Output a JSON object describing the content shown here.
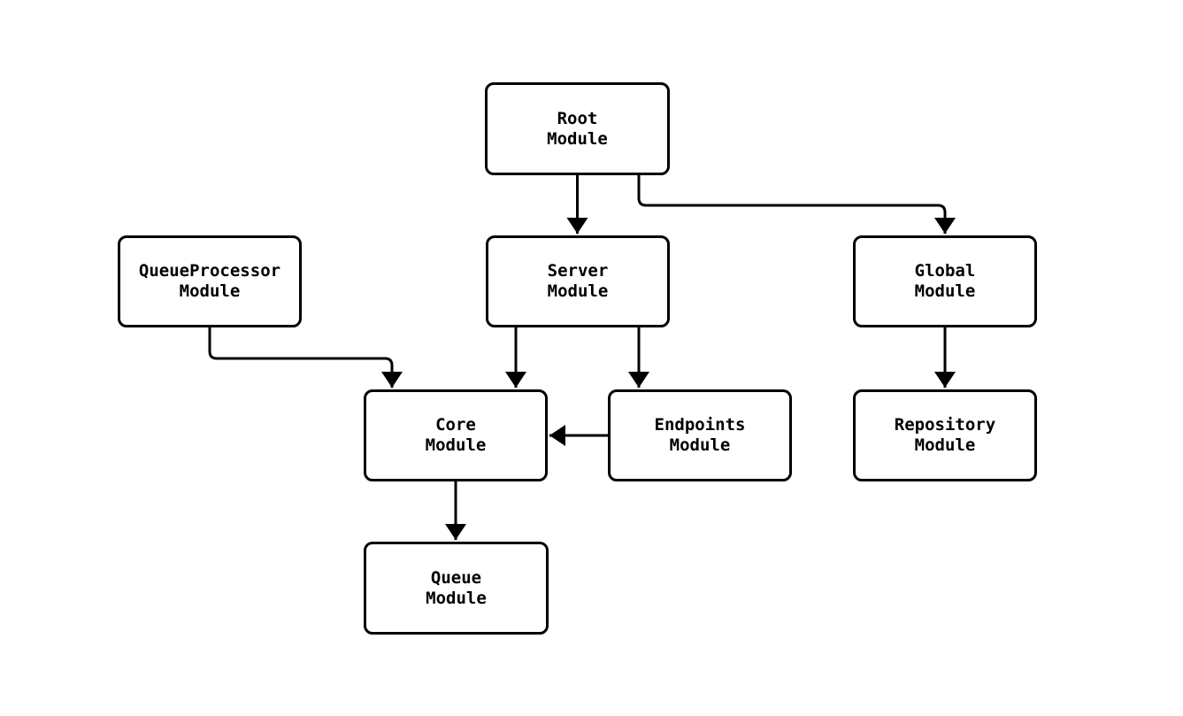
{
  "diagram": {
    "type": "flowchart",
    "background_color": "#ffffff",
    "stroke_color": "#000000",
    "text_color": "#000000",
    "nodes": [
      {
        "id": "root",
        "line1": "Root",
        "line2": "Module"
      },
      {
        "id": "queueprocessor",
        "line1": "QueueProcessor",
        "line2": "Module"
      },
      {
        "id": "server",
        "line1": "Server",
        "line2": "Module"
      },
      {
        "id": "global",
        "line1": "Global",
        "line2": "Module"
      },
      {
        "id": "core",
        "line1": "Core",
        "line2": "Module"
      },
      {
        "id": "endpoints",
        "line1": "Endpoints",
        "line2": "Module"
      },
      {
        "id": "repository",
        "line1": "Repository",
        "line2": "Module"
      },
      {
        "id": "queue",
        "line1": "Queue",
        "line2": "Module"
      }
    ],
    "edges": [
      {
        "from": "Root Module",
        "to": "Server Module"
      },
      {
        "from": "Root Module",
        "to": "Global Module"
      },
      {
        "from": "QueueProcessor Module",
        "to": "Core Module"
      },
      {
        "from": "Server Module",
        "to": "Core Module"
      },
      {
        "from": "Server Module",
        "to": "Endpoints Module"
      },
      {
        "from": "Endpoints Module",
        "to": "Core Module"
      },
      {
        "from": "Global Module",
        "to": "Repository Module"
      },
      {
        "from": "Core Module",
        "to": "Queue Module"
      }
    ]
  }
}
